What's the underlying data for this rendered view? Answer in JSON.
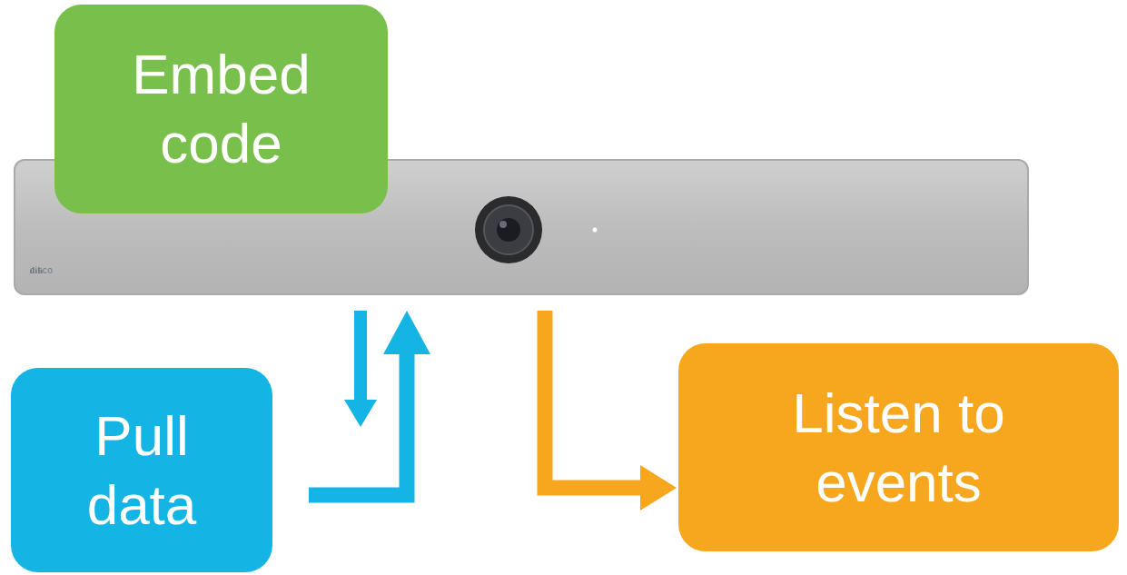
{
  "diagram": {
    "nodes": [
      {
        "text": [
          "Embed code"
        ]
      },
      {
        "text": [
          "cisco"
        ]
      },
      {
        "text": [
          "Pull data"
        ]
      },
      {
        "text": [
          "Listen to events"
        ]
      }
    ],
    "edges": [
      {
        "from": 1,
        "to": 2,
        "arrow": "to"
      },
      {
        "from": 2,
        "to": 1,
        "arrow": "to"
      },
      {
        "from": 1,
        "to": 3,
        "arrow": "to"
      }
    ]
  }
}
